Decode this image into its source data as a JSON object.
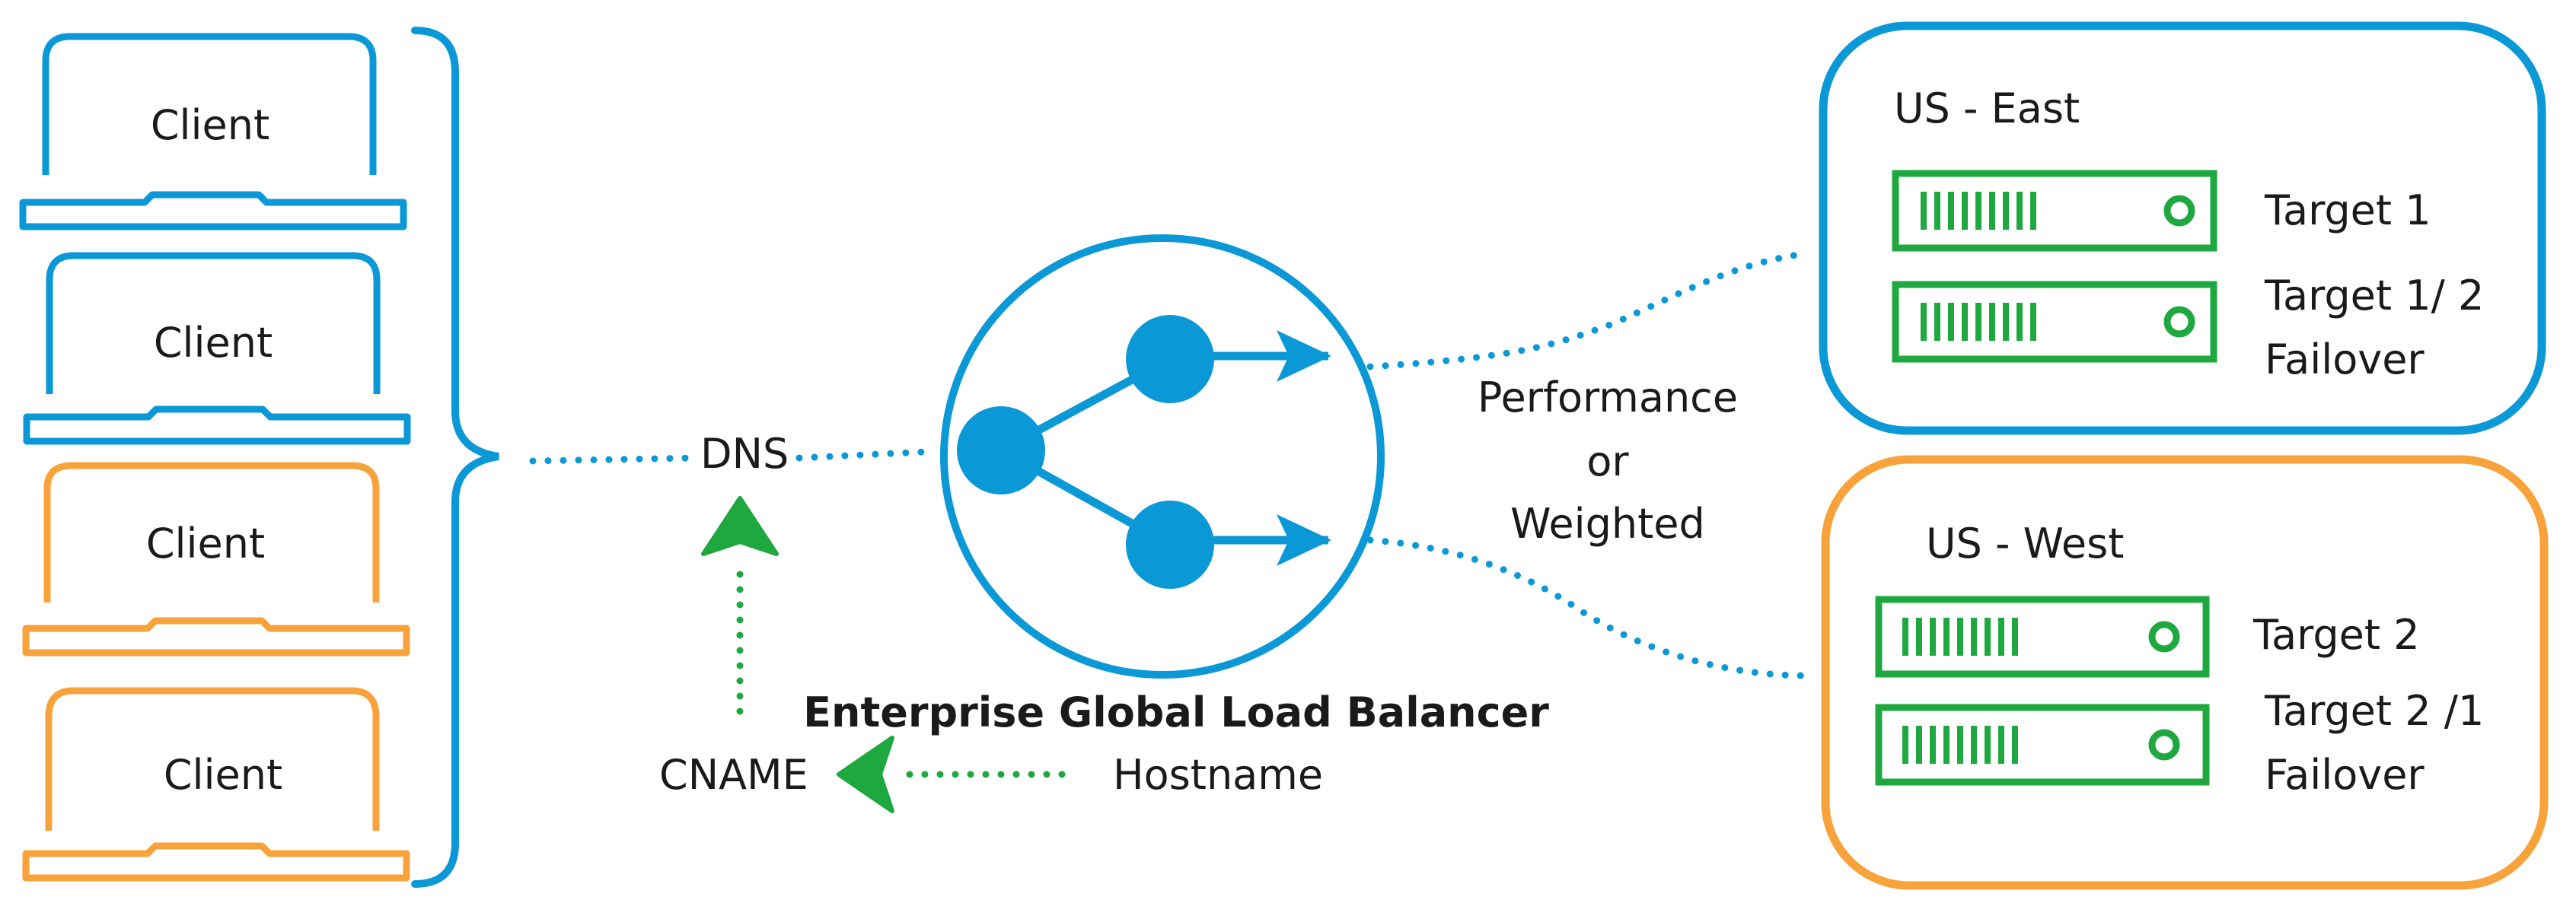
{
  "colors": {
    "blue": "#0b98d6",
    "orange": "#f7a23a",
    "green": "#1fa83f",
    "text": "#1a1a1a"
  },
  "clients": [
    {
      "label": "Client",
      "color": "blue"
    },
    {
      "label": "Client",
      "color": "blue"
    },
    {
      "label": "Client",
      "color": "orange"
    },
    {
      "label": "Client",
      "color": "orange"
    }
  ],
  "dns_label": "DNS",
  "cname_label": "CNAME",
  "hostname_label": "Hostname",
  "balancer_label": "Enterprise Global Load Balancer",
  "routing": {
    "line1": "Performance",
    "line2": "or",
    "line3": "Weighted"
  },
  "regions": [
    {
      "name": "US - East",
      "color": "blue",
      "targets": [
        {
          "label": "Target 1",
          "label2": ""
        },
        {
          "label": "Target 1/ 2",
          "label2": "Failover"
        }
      ]
    },
    {
      "name": "US - West",
      "color": "orange",
      "targets": [
        {
          "label": "Target 2",
          "label2": ""
        },
        {
          "label": "Target 2 /1",
          "label2": "Failover"
        }
      ]
    }
  ]
}
